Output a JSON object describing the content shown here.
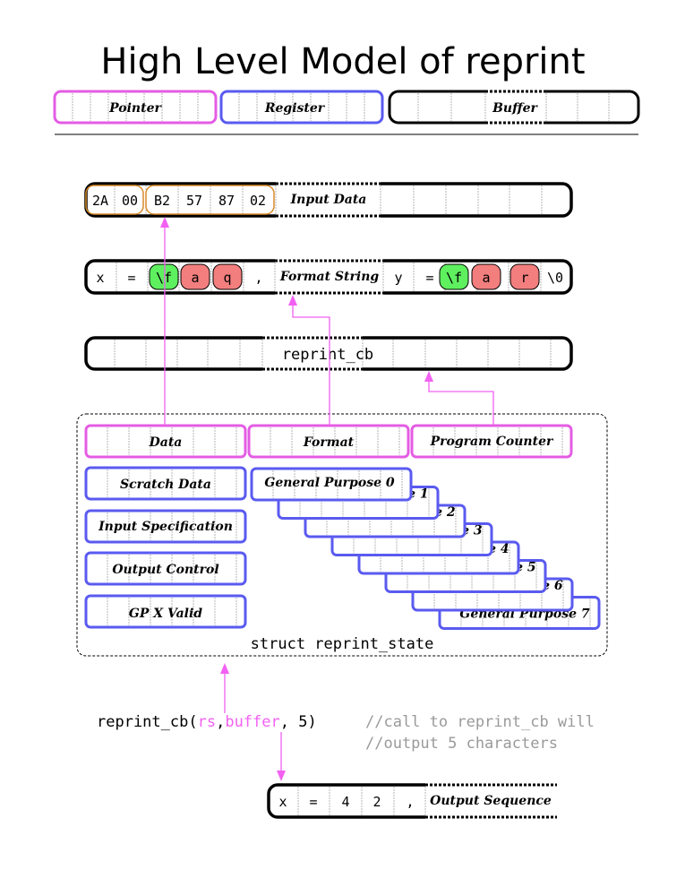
{
  "title": "High Level Model of reprint",
  "legend": [
    {
      "label": "Pointer",
      "color": "#e45ce4"
    },
    {
      "label": "Register",
      "color": "#5a5af0"
    },
    {
      "label": "Buffer",
      "color": "#000000"
    }
  ],
  "input_data": {
    "label": "Input Data",
    "bytes_group1": [
      "2A",
      "00"
    ],
    "bytes_group2": [
      "B2",
      "57",
      "87",
      "02"
    ],
    "group_color": "#d98a2a"
  },
  "format_string": {
    "label": "Format String",
    "left_cells": [
      "x",
      "=",
      "\\f",
      "a",
      "q",
      ","
    ],
    "right_cells": [
      "y",
      "=",
      "\\f",
      "a",
      "r",
      "\\0"
    ],
    "escape_color": "#5ef05e",
    "arg_color": "#f27e7e"
  },
  "reprint_cb": {
    "label": "reprint_cb"
  },
  "state": {
    "struct_label": "struct reprint_state",
    "pointers": [
      "Data",
      "Format",
      "Program Counter"
    ],
    "registers": [
      "Scratch Data",
      "Input Specification",
      "Output Control",
      "GP X Valid"
    ],
    "general_purpose": [
      "General Purpose 0",
      "General Purpose 1",
      "General Purpose 2",
      "General Purpose 3",
      "General Purpose 4",
      "General Purpose 5",
      "General Purpose 6",
      "General Purpose 7"
    ]
  },
  "call": {
    "fn": "reprint_cb(",
    "arg1": "rs",
    "sep1": ",",
    "arg2": "buffer",
    "rest": ", 5)",
    "comment1": "//call to reprint_cb will",
    "comment2": "//output 5 characters"
  },
  "output": {
    "label": "Output Sequence",
    "cells": [
      "x",
      "=",
      "4",
      "2",
      ","
    ]
  },
  "colors": {
    "pointer": "#e45ce4",
    "register": "#5a5af0",
    "arrow": "#f261f2",
    "comment": "#9a9a9a"
  }
}
